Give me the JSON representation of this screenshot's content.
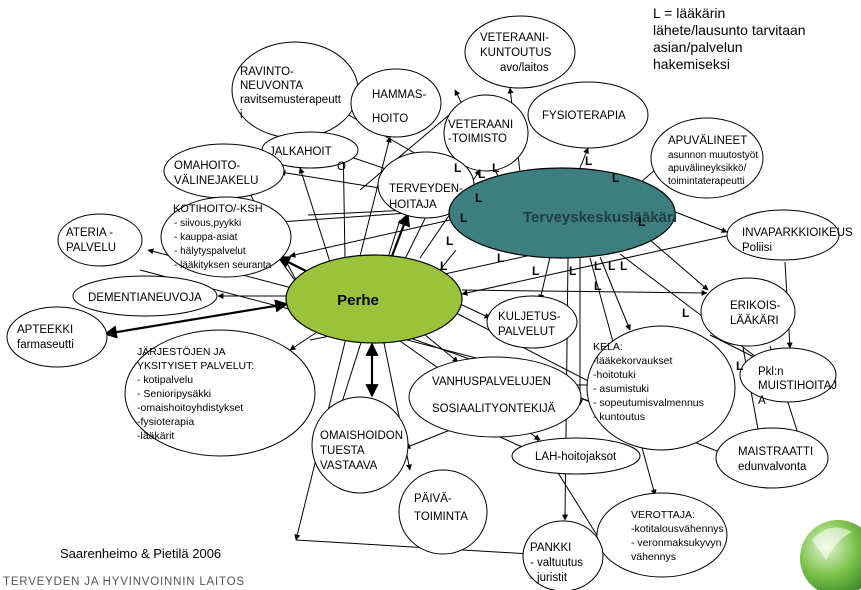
{
  "legend": {
    "lines": [
      "L = lääkärin",
      "lähete/lausunto tarvitaan",
      "asian/palvelun",
      "hakemiseksi"
    ]
  },
  "hubs": {
    "perhe": "Perhe",
    "terveyskeskuslaakari": "Terveyskeskuslääkäri"
  },
  "nodes": {
    "ravintoneuvonta": [
      "RAVINTO-",
      "NEUVONTA",
      "ravitsemusterapeutt",
      "i"
    ],
    "hammashoito": [
      "HAMMAS-",
      "HOITO"
    ],
    "veteraanikuntoutus": [
      "VETERAANI-",
      "KUNTOUTUS",
      "avo/laitos"
    ],
    "veteraanitoimisto": [
      "VETERAANI",
      "-TOIMISTO"
    ],
    "fysioterapia": [
      "FYSIOTERAPIA"
    ],
    "apuvalineet": [
      "APUVÄLINEET",
      "asunnon muutostyöt",
      "apuvälineyksikkö/",
      "toimintaterapeutti"
    ],
    "jalkahoito": [
      "JALKAHOIT",
      "O"
    ],
    "omahoito": [
      "OMAHOITO-",
      "VÄLINEJAKELU"
    ],
    "terveydenhoitaja": [
      "TERVEYDEN-",
      "HOITAJA"
    ],
    "kotihoito": [
      "KOTIHOITO/-KSH",
      "- siivous,pyykki",
      "- kauppa-asiat",
      "- hälytyspalvelut",
      "- lääkityksen seuranta"
    ],
    "ateriapalvelu": [
      "ATERIA -",
      "PALVELU"
    ],
    "invapysakointi": [
      "INVAPARKKIOIKEUS",
      "Poliisi"
    ],
    "dementianeuvoja": [
      "DEMENTIANEUVOJA"
    ],
    "kuljetuspalvelut": [
      "KULJETUS-",
      "PALVELUT"
    ],
    "erikoislaakari": [
      "ERIKOIS-",
      "LÄÄKÄRI"
    ],
    "apteekki": [
      "APTEEKKI",
      "farmaseutti"
    ],
    "kela": [
      "KELA:",
      "-lääkekorvaukset",
      "-hoitotuki",
      "- asumistuki",
      "- sopeutumisvalmennus",
      "- kuntoutus"
    ],
    "pkl": [
      "Pkl:n",
      "MUISTIHOITAJ",
      "A"
    ],
    "jarjestot": [
      "JÄRJESTÖJEN JA",
      "YKSITYISET PALVELUT:",
      "- kotipalvelu",
      "- Senioripysäkki",
      "-omaishoitoyhdistykset",
      "-fysioterapia",
      "-lääkärit"
    ],
    "vanhuspalvelut": [
      "VANHUSPALVELUJEN",
      "SOSIAALITYONTEKIJÄ"
    ],
    "omaishoidon": [
      "OMAISHOIDON",
      "TUESTA",
      "VASTAAVA"
    ],
    "lah": [
      "LAH-hoitojaksot"
    ],
    "maistraatti": [
      "MAISTRAATTI",
      "edunvalvonta"
    ],
    "paivatoiminta": [
      "PÄIVÄ-",
      "TOIMINTA"
    ],
    "verottaja": [
      "VEROTTAJA:",
      "-kotitalousvähennys",
      "- veronmaksukyvyn",
      "vähennys"
    ],
    "pankki": [
      "PANKKI",
      "- valtuutus",
      "- juristit"
    ]
  },
  "l_marks": [
    "L",
    "L",
    "L",
    "L",
    "L",
    "L",
    "L",
    "L",
    "L",
    "L",
    "L",
    "L",
    "L",
    "L",
    "L",
    "L",
    "L",
    "L",
    "L"
  ],
  "credit": "Saarenheimo & Pietilä 2006",
  "footer": "TERVEYDEN JA HYVINVOINNIN LAITOS",
  "colors": {
    "perhe_fill": "#9ac33c",
    "terveyskeskus_fill": "#3d7f80",
    "terveyskeskus_text": "#1f3e43",
    "logo_green": "#6fb843"
  }
}
